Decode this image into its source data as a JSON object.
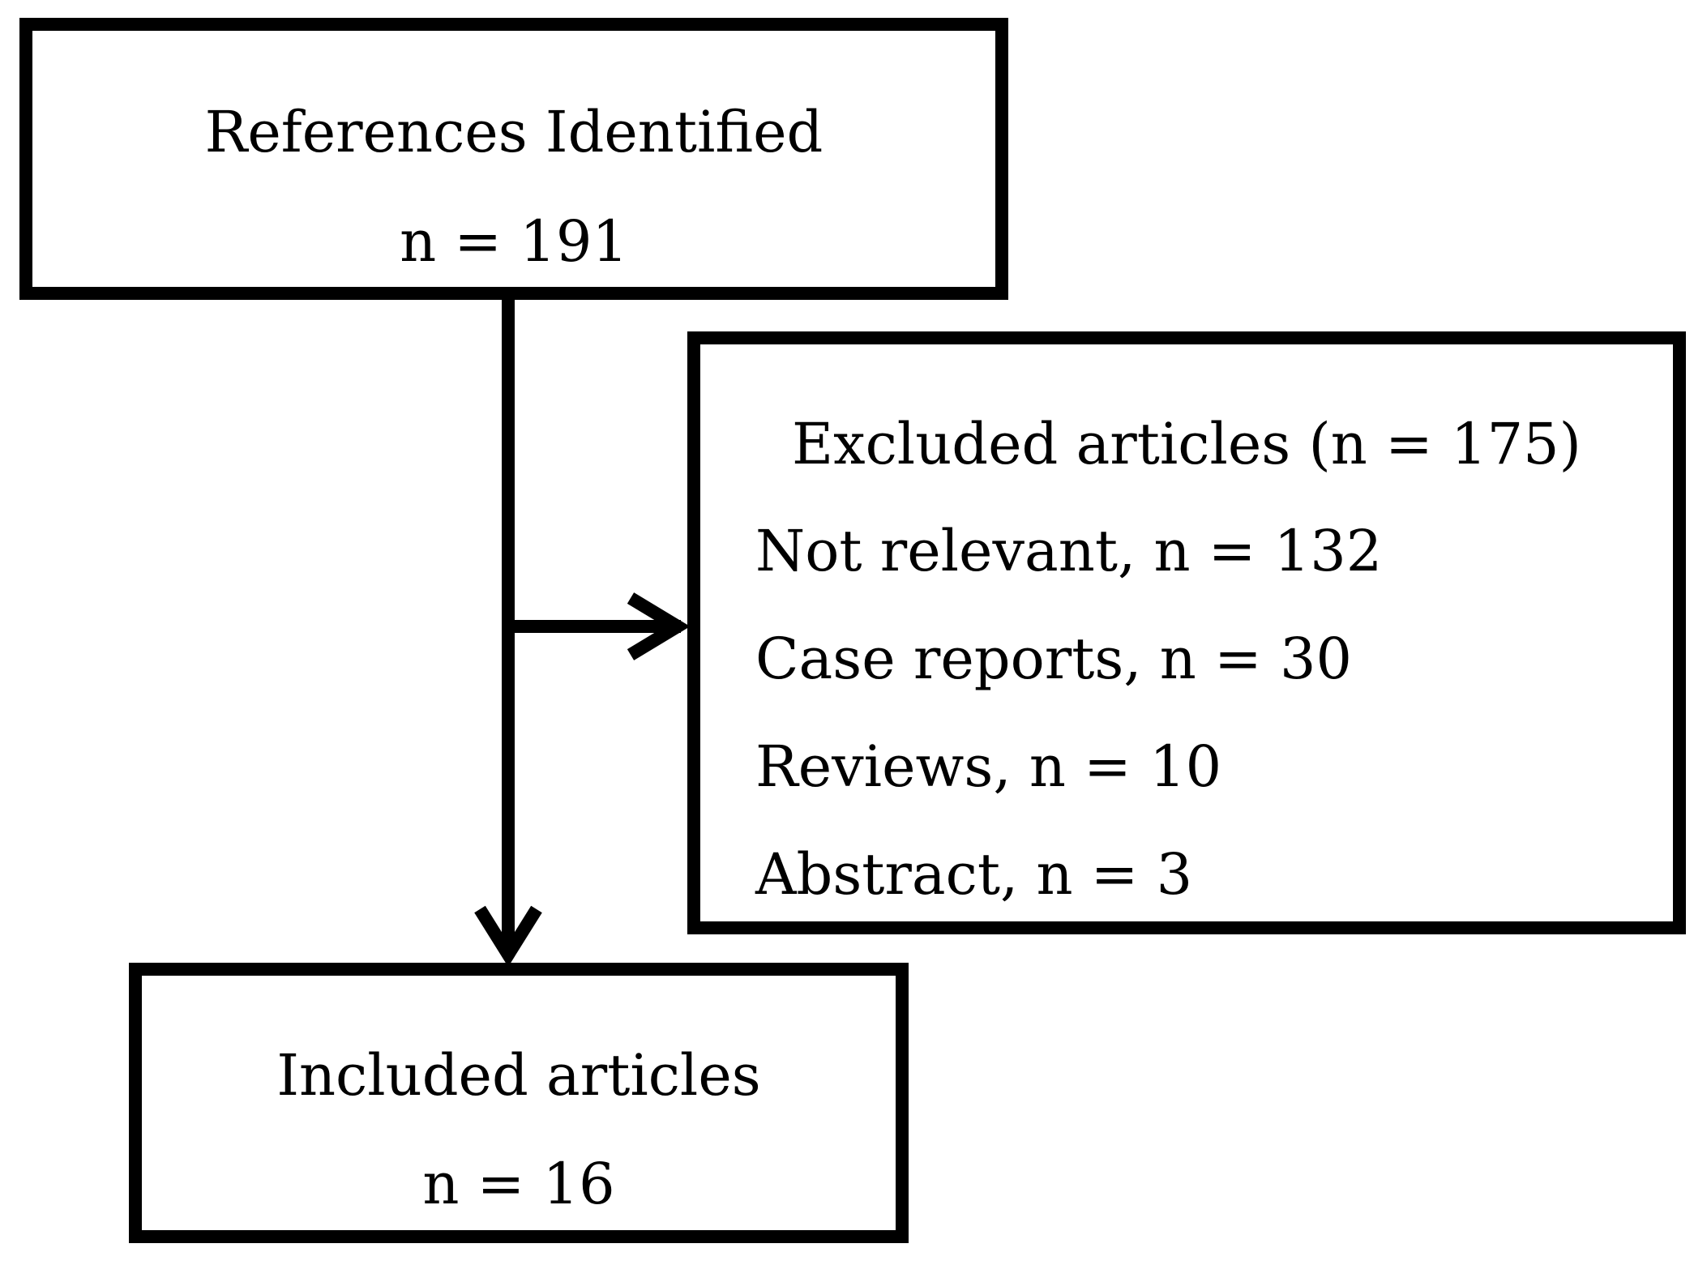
{
  "diagram": {
    "identified": {
      "title": "References Identified",
      "count": "n = 191"
    },
    "excluded": {
      "title": "Excluded articles (n = 175)",
      "reasons": [
        "Not relevant, n = 132",
        "Case reports, n = 30",
        "Reviews, n = 10",
        "Abstract, n = 3"
      ]
    },
    "included": {
      "title": "Included articles",
      "count": "n = 16"
    }
  }
}
